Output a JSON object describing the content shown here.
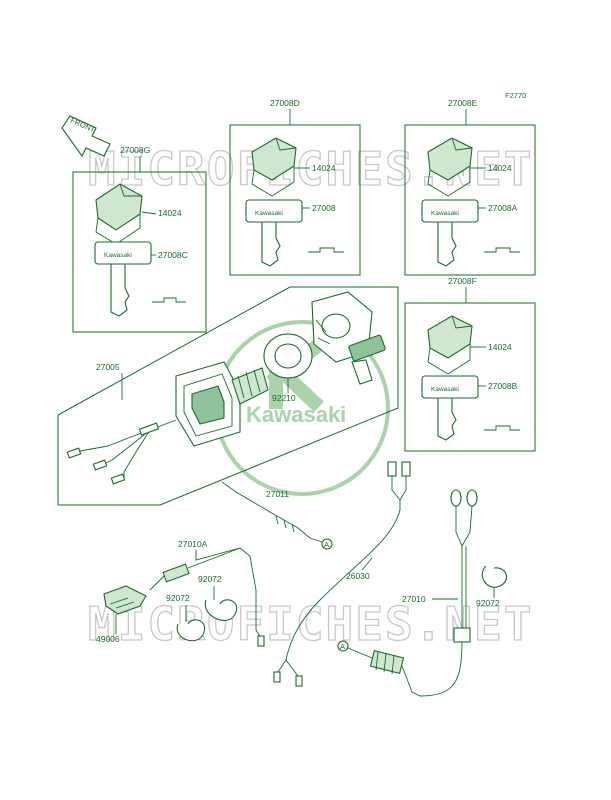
{
  "figure_code": "F2770",
  "front_label": "FRONT",
  "watermark": {
    "text": "MICROFICHES.NET",
    "brand": "Kawasaki"
  },
  "key_engraving": "Kawasaki",
  "parts": {
    "p27008G": "27008G",
    "p27008D": "27008D",
    "p27008E": "27008E",
    "p27008F": "27008F",
    "p14024_g": "14024",
    "p14024_d": "14024",
    "p14024_e": "14024",
    "p14024_f": "14024",
    "p27008C": "27008C",
    "p27008": "27008",
    "p27008A": "27008A",
    "p27008B": "27008B",
    "p27005": "27005",
    "p92210": "92210",
    "p27011": "27011",
    "p27010A": "27010A",
    "p92072_a": "92072",
    "p92072_b": "92072",
    "p92072_c": "92072",
    "p49006": "49006",
    "p26030": "26030",
    "p27010": "27010"
  },
  "ref_marker": "A"
}
